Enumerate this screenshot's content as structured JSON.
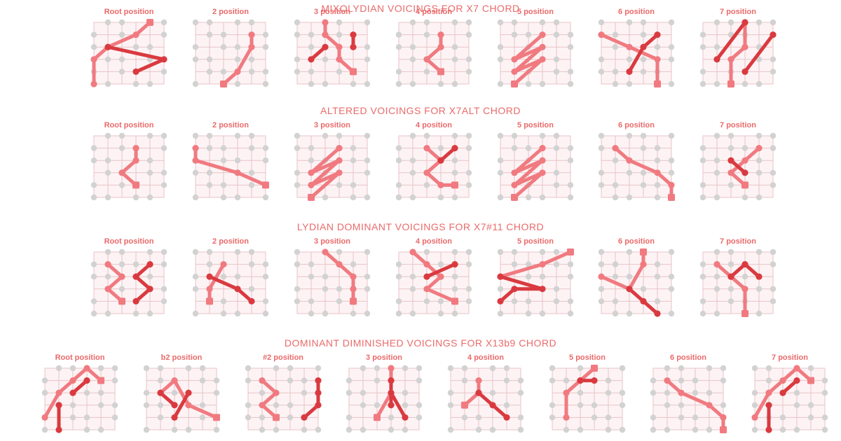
{
  "colors": {
    "accent": "#ea6a6a",
    "dark": "#d93a40",
    "light": "#f07a80",
    "ghost": "#d2d2d2"
  },
  "sections": [
    {
      "title": "MIXOLYDIAN VOICINGS FOR X7 CHORD",
      "diagrams": [
        {
          "label": "Root position",
          "shape": 0
        },
        {
          "label": "2 position",
          "shape": 1
        },
        {
          "label": "3 position",
          "shape": 2
        },
        {
          "label": "4 position",
          "shape": 3
        },
        {
          "label": "5 position",
          "shape": 4
        },
        {
          "label": "6 position",
          "shape": 5
        },
        {
          "label": "7 position",
          "shape": 6
        }
      ]
    },
    {
      "title": "ALTERED VOICINGS FOR X7ALT CHORD",
      "diagrams": [
        {
          "label": "Root position",
          "shape": 3
        },
        {
          "label": "2 position",
          "shape": 7
        },
        {
          "label": "3 position",
          "shape": 4
        },
        {
          "label": "4 position",
          "shape": 8
        },
        {
          "label": "5 position",
          "shape": 4
        },
        {
          "label": "6 position",
          "shape": 9
        },
        {
          "label": "7 position",
          "shape": 10
        }
      ]
    },
    {
      "title": "LYDIAN DOMINANT VOICINGS FOR X7#11 CHORD",
      "diagrams": [
        {
          "label": "Root position",
          "shape": 11
        },
        {
          "label": "2 position",
          "shape": 12
        },
        {
          "label": "3 position",
          "shape": 13
        },
        {
          "label": "4 position",
          "shape": 14
        },
        {
          "label": "5 position",
          "shape": 15
        },
        {
          "label": "6 position",
          "shape": 16
        },
        {
          "label": "7 position",
          "shape": 17
        }
      ]
    },
    {
      "title": "DOMINANT DIMINISHED VOICINGS FOR X13b9 CHORD",
      "diagrams": [
        {
          "label": "Root position",
          "shape": 18
        },
        {
          "label": "b2 position",
          "shape": 19
        },
        {
          "label": "#2 position",
          "shape": 20
        },
        {
          "label": "3 position",
          "shape": 21
        },
        {
          "label": "4 position",
          "shape": 22
        },
        {
          "label": "5 position",
          "shape": 23
        },
        {
          "label": "6 position",
          "shape": 9
        },
        {
          "label": "7 position",
          "shape": 18
        }
      ]
    }
  ]
}
